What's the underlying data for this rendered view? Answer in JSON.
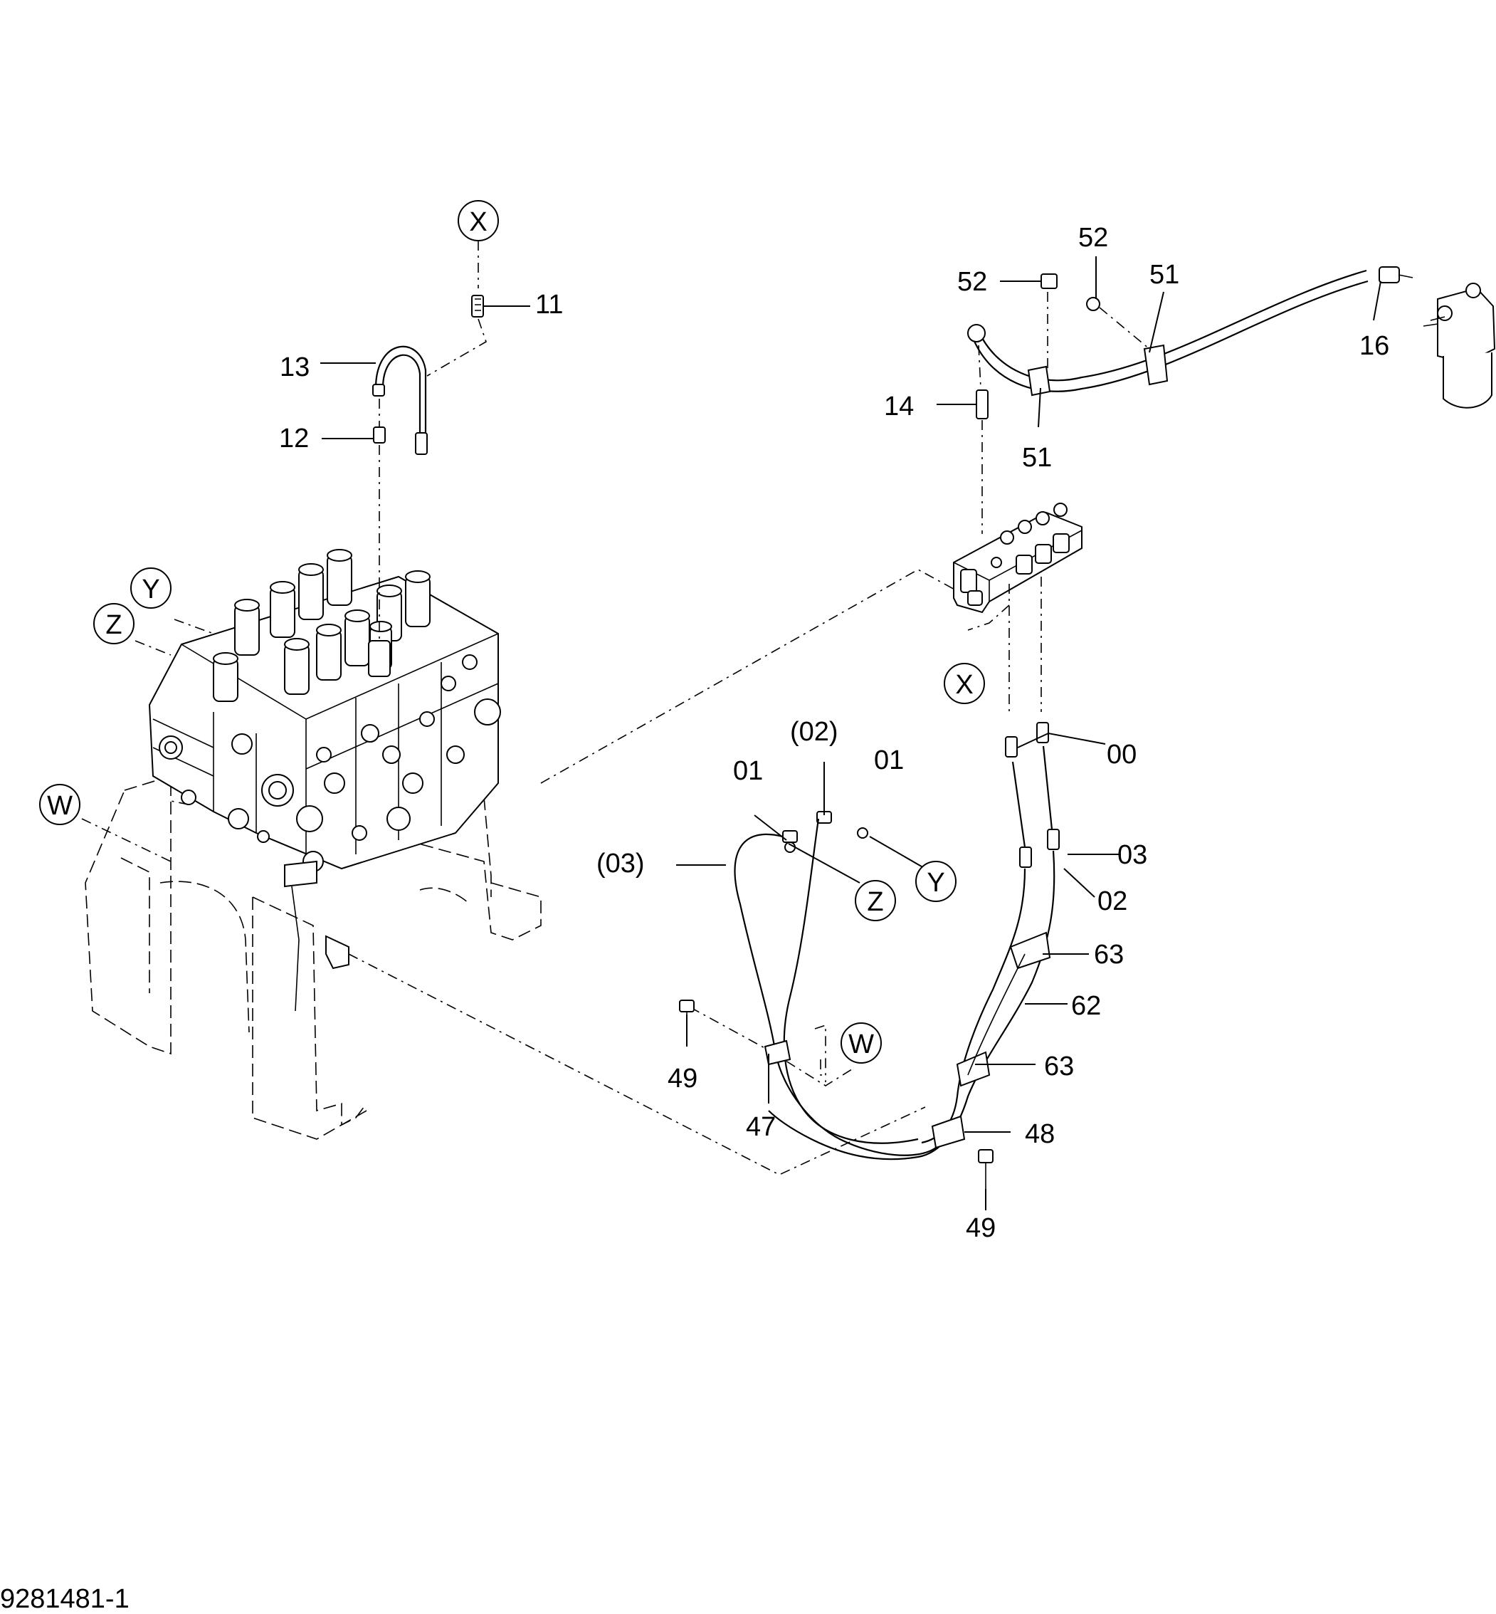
{
  "drawing": {
    "document_id": "9281481-1",
    "callouts": [
      "W",
      "X",
      "Y",
      "Z"
    ],
    "part_labels": {
      "p00": "00",
      "p01a": "01",
      "p01b": "01",
      "p02": "02",
      "p02p": "(02)",
      "p03": "03",
      "p03p": "(03)",
      "p11": "11",
      "p12": "12",
      "p13": "13",
      "p14": "14",
      "p16": "16",
      "p47": "47",
      "p48": "48",
      "p49a": "49",
      "p49b": "49",
      "p51a": "51",
      "p51b": "51",
      "p52a": "52",
      "p52b": "52",
      "p62": "62",
      "p63a": "63",
      "p63b": "63"
    }
  }
}
